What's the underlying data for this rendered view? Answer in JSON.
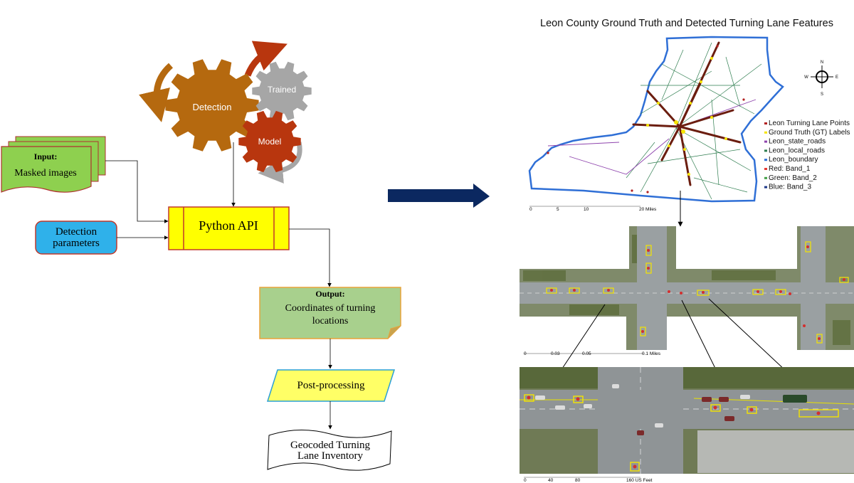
{
  "flowchart": {
    "gears": {
      "detection": "Detection",
      "trained": "Trained",
      "model": "Model"
    },
    "input": {
      "title": "Input:",
      "text": "Masked images"
    },
    "params": {
      "line1": "Detection",
      "line2": "parameters"
    },
    "api": {
      "label": "Python API"
    },
    "output": {
      "title": "Output:",
      "line1": "Coordinates of turning",
      "line2": "locations"
    },
    "post": {
      "label": "Post-processing"
    },
    "inventory": {
      "line1": "Geocoded Turning",
      "line2": "Lane Inventory"
    }
  },
  "map": {
    "title": "Leon County Ground Truth and Detected Turning Lane Features",
    "compass": {
      "n": "N",
      "s": "S",
      "e": "E",
      "w": "W"
    },
    "legend": [
      {
        "label": "Leon Turning Lane Points",
        "color": "#b22222"
      },
      {
        "label": "Ground Truth (GT) Labels",
        "color": "#f5e400"
      },
      {
        "label": "Leon_state_roads",
        "color": "#8e44ad"
      },
      {
        "label": "Leon_local_roads",
        "color": "#2e7d4f"
      },
      {
        "label": "Leon_boundary",
        "color": "#2f6fd6"
      },
      {
        "label": "Red:  Band_1",
        "color": "#e53935"
      },
      {
        "label": "Green:  Band_2",
        "color": "#43a047"
      },
      {
        "label": "Blue:  Band_3",
        "color": "#1e3a8a"
      }
    ],
    "scale1": {
      "t0": "0",
      "t1": "5",
      "t2": "10",
      "t3": "20 Miles"
    },
    "scale2": {
      "t0": "0",
      "t1": "0.03",
      "t2": "0.05",
      "t3": "0.1 Miles"
    },
    "scale3": {
      "t0": "0",
      "t1": "40",
      "t2": "80",
      "t3": "160 US Feet"
    }
  },
  "colors": {
    "detection_gear": "#b5690f",
    "trained_gear": "#a6a6a6",
    "model_gear": "#b8360e",
    "input_fill": "#8ed04f",
    "params_fill": "#2fb1ea",
    "api_fill": "#ffff00",
    "output_fill": "#a8d08d",
    "post_fill": "#ffff66",
    "big_arrow": "#0b2860"
  }
}
